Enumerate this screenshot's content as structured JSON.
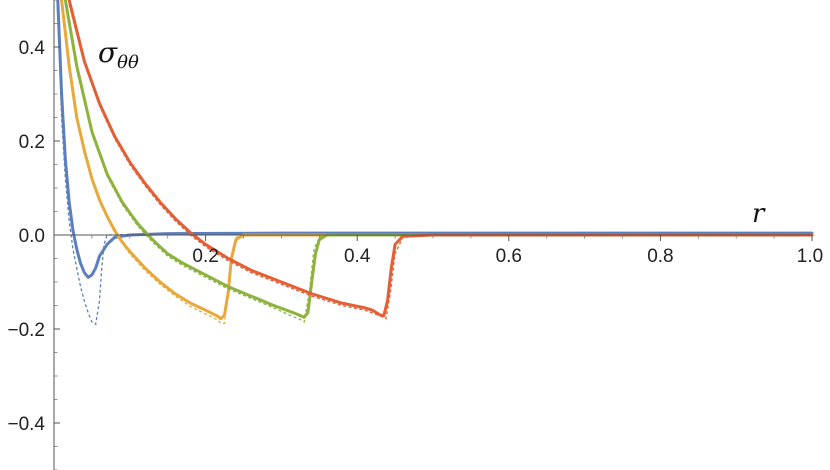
{
  "chart_data": {
    "type": "line",
    "title": "",
    "xlabel": "r",
    "ylabel": "σ",
    "ylabel_subscript": "θθ",
    "xlim": [
      0,
      1.0
    ],
    "ylim": [
      -0.5,
      0.5
    ],
    "grid": false,
    "legend": "none",
    "x_ticks": [
      {
        "value": 0.2,
        "label": "0.2"
      },
      {
        "value": 0.4,
        "label": "0.4"
      },
      {
        "value": 0.6,
        "label": "0.6"
      },
      {
        "value": 0.8,
        "label": "0.8"
      },
      {
        "value": 1.0,
        "label": "1.0"
      }
    ],
    "y_ticks": [
      {
        "value": 0.4,
        "label": "0.4"
      },
      {
        "value": 0.2,
        "label": "0.2"
      },
      {
        "value": 0.0,
        "label": "0.0"
      },
      {
        "value": -0.2,
        "label": "−0.2"
      },
      {
        "value": -0.4,
        "label": "−0.4"
      }
    ],
    "series": [
      {
        "color": "#5b7fbd",
        "solid": [
          [
            0.005,
            0.5
          ],
          [
            0.01,
            0.3
          ],
          [
            0.015,
            0.16
          ],
          [
            0.02,
            0.07
          ],
          [
            0.025,
            0.01
          ],
          [
            0.03,
            -0.03
          ],
          [
            0.035,
            -0.06
          ],
          [
            0.04,
            -0.08
          ],
          [
            0.045,
            -0.09
          ],
          [
            0.05,
            -0.085
          ],
          [
            0.055,
            -0.07
          ],
          [
            0.06,
            -0.045
          ],
          [
            0.07,
            -0.02
          ],
          [
            0.08,
            -0.005
          ],
          [
            0.1,
            0.0
          ],
          [
            0.15,
            0.003
          ],
          [
            0.3,
            0.004
          ],
          [
            1.0,
            0.004
          ]
        ],
        "dashed": [
          [
            0.005,
            0.48
          ],
          [
            0.01,
            0.25
          ],
          [
            0.015,
            0.12
          ],
          [
            0.02,
            0.03
          ],
          [
            0.025,
            -0.03
          ],
          [
            0.03,
            -0.07
          ],
          [
            0.035,
            -0.11
          ],
          [
            0.04,
            -0.14
          ],
          [
            0.045,
            -0.165
          ],
          [
            0.05,
            -0.185
          ],
          [
            0.055,
            -0.19
          ],
          [
            0.06,
            -0.14
          ],
          [
            0.063,
            -0.07
          ],
          [
            0.066,
            -0.02
          ],
          [
            0.07,
            0.0
          ],
          [
            0.1,
            0.001
          ],
          [
            1.0,
            0.001
          ]
        ]
      },
      {
        "color": "#e8a93a",
        "solid": [
          [
            0.01,
            0.5
          ],
          [
            0.02,
            0.36
          ],
          [
            0.03,
            0.25
          ],
          [
            0.04,
            0.18
          ],
          [
            0.05,
            0.12
          ],
          [
            0.06,
            0.075
          ],
          [
            0.07,
            0.04
          ],
          [
            0.08,
            0.01
          ],
          [
            0.09,
            -0.015
          ],
          [
            0.1,
            -0.035
          ],
          [
            0.12,
            -0.07
          ],
          [
            0.14,
            -0.1
          ],
          [
            0.16,
            -0.125
          ],
          [
            0.18,
            -0.145
          ],
          [
            0.2,
            -0.16
          ],
          [
            0.21,
            -0.168
          ],
          [
            0.215,
            -0.172
          ],
          [
            0.22,
            -0.178
          ],
          [
            0.225,
            -0.17
          ],
          [
            0.23,
            -0.12
          ],
          [
            0.234,
            -0.05
          ],
          [
            0.24,
            -0.01
          ],
          [
            0.25,
            0.0
          ],
          [
            0.3,
            0.0
          ],
          [
            1.0,
            0.0
          ]
        ],
        "dashed": [
          [
            0.01,
            0.49
          ],
          [
            0.02,
            0.35
          ],
          [
            0.04,
            0.17
          ],
          [
            0.06,
            0.07
          ],
          [
            0.08,
            0.005
          ],
          [
            0.1,
            -0.04
          ],
          [
            0.12,
            -0.075
          ],
          [
            0.14,
            -0.105
          ],
          [
            0.16,
            -0.13
          ],
          [
            0.18,
            -0.152
          ],
          [
            0.2,
            -0.168
          ],
          [
            0.215,
            -0.18
          ],
          [
            0.22,
            -0.188
          ],
          [
            0.225,
            -0.188
          ],
          [
            0.23,
            -0.11
          ],
          [
            0.236,
            -0.03
          ],
          [
            0.24,
            -0.005
          ],
          [
            0.25,
            0.0
          ],
          [
            1.0,
            0.0
          ]
        ]
      },
      {
        "color": "#8db33e",
        "solid": [
          [
            0.015,
            0.5
          ],
          [
            0.03,
            0.36
          ],
          [
            0.05,
            0.22
          ],
          [
            0.07,
            0.13
          ],
          [
            0.09,
            0.07
          ],
          [
            0.11,
            0.025
          ],
          [
            0.13,
            -0.01
          ],
          [
            0.15,
            -0.04
          ],
          [
            0.17,
            -0.06
          ],
          [
            0.2,
            -0.085
          ],
          [
            0.23,
            -0.11
          ],
          [
            0.26,
            -0.13
          ],
          [
            0.29,
            -0.15
          ],
          [
            0.31,
            -0.162
          ],
          [
            0.32,
            -0.168
          ],
          [
            0.33,
            -0.175
          ],
          [
            0.335,
            -0.165
          ],
          [
            0.34,
            -0.1
          ],
          [
            0.345,
            -0.04
          ],
          [
            0.35,
            -0.01
          ],
          [
            0.36,
            0.0
          ],
          [
            0.4,
            0.0
          ],
          [
            1.0,
            0.0
          ]
        ],
        "dashed": [
          [
            0.015,
            0.49
          ],
          [
            0.03,
            0.35
          ],
          [
            0.05,
            0.215
          ],
          [
            0.07,
            0.125
          ],
          [
            0.09,
            0.065
          ],
          [
            0.11,
            0.02
          ],
          [
            0.13,
            -0.015
          ],
          [
            0.15,
            -0.045
          ],
          [
            0.17,
            -0.065
          ],
          [
            0.2,
            -0.09
          ],
          [
            0.23,
            -0.115
          ],
          [
            0.26,
            -0.135
          ],
          [
            0.29,
            -0.155
          ],
          [
            0.31,
            -0.17
          ],
          [
            0.325,
            -0.18
          ],
          [
            0.33,
            -0.185
          ],
          [
            0.337,
            -0.12
          ],
          [
            0.343,
            -0.03
          ],
          [
            0.35,
            -0.005
          ],
          [
            0.36,
            0.0
          ],
          [
            1.0,
            0.0
          ]
        ]
      },
      {
        "color": "#e35f35",
        "solid": [
          [
            0.02,
            0.5
          ],
          [
            0.04,
            0.37
          ],
          [
            0.06,
            0.28
          ],
          [
            0.08,
            0.21
          ],
          [
            0.1,
            0.155
          ],
          [
            0.12,
            0.11
          ],
          [
            0.14,
            0.07
          ],
          [
            0.16,
            0.035
          ],
          [
            0.18,
            0.005
          ],
          [
            0.2,
            -0.02
          ],
          [
            0.23,
            -0.05
          ],
          [
            0.26,
            -0.075
          ],
          [
            0.3,
            -0.1
          ],
          [
            0.34,
            -0.125
          ],
          [
            0.38,
            -0.145
          ],
          [
            0.41,
            -0.155
          ],
          [
            0.42,
            -0.16
          ],
          [
            0.43,
            -0.17
          ],
          [
            0.435,
            -0.172
          ],
          [
            0.44,
            -0.14
          ],
          [
            0.445,
            -0.07
          ],
          [
            0.45,
            -0.02
          ],
          [
            0.46,
            -0.003
          ],
          [
            0.5,
            0.0
          ],
          [
            1.0,
            0.0
          ]
        ],
        "dashed": [
          [
            0.02,
            0.49
          ],
          [
            0.04,
            0.365
          ],
          [
            0.06,
            0.275
          ],
          [
            0.08,
            0.205
          ],
          [
            0.1,
            0.15
          ],
          [
            0.12,
            0.105
          ],
          [
            0.14,
            0.065
          ],
          [
            0.16,
            0.03
          ],
          [
            0.18,
            0.0
          ],
          [
            0.2,
            -0.025
          ],
          [
            0.23,
            -0.055
          ],
          [
            0.26,
            -0.08
          ],
          [
            0.3,
            -0.105
          ],
          [
            0.34,
            -0.13
          ],
          [
            0.38,
            -0.15
          ],
          [
            0.41,
            -0.16
          ],
          [
            0.43,
            -0.172
          ],
          [
            0.438,
            -0.178
          ],
          [
            0.444,
            -0.12
          ],
          [
            0.45,
            -0.04
          ],
          [
            0.46,
            -0.005
          ],
          [
            0.5,
            0.0
          ],
          [
            1.0,
            0.0
          ]
        ]
      }
    ]
  }
}
